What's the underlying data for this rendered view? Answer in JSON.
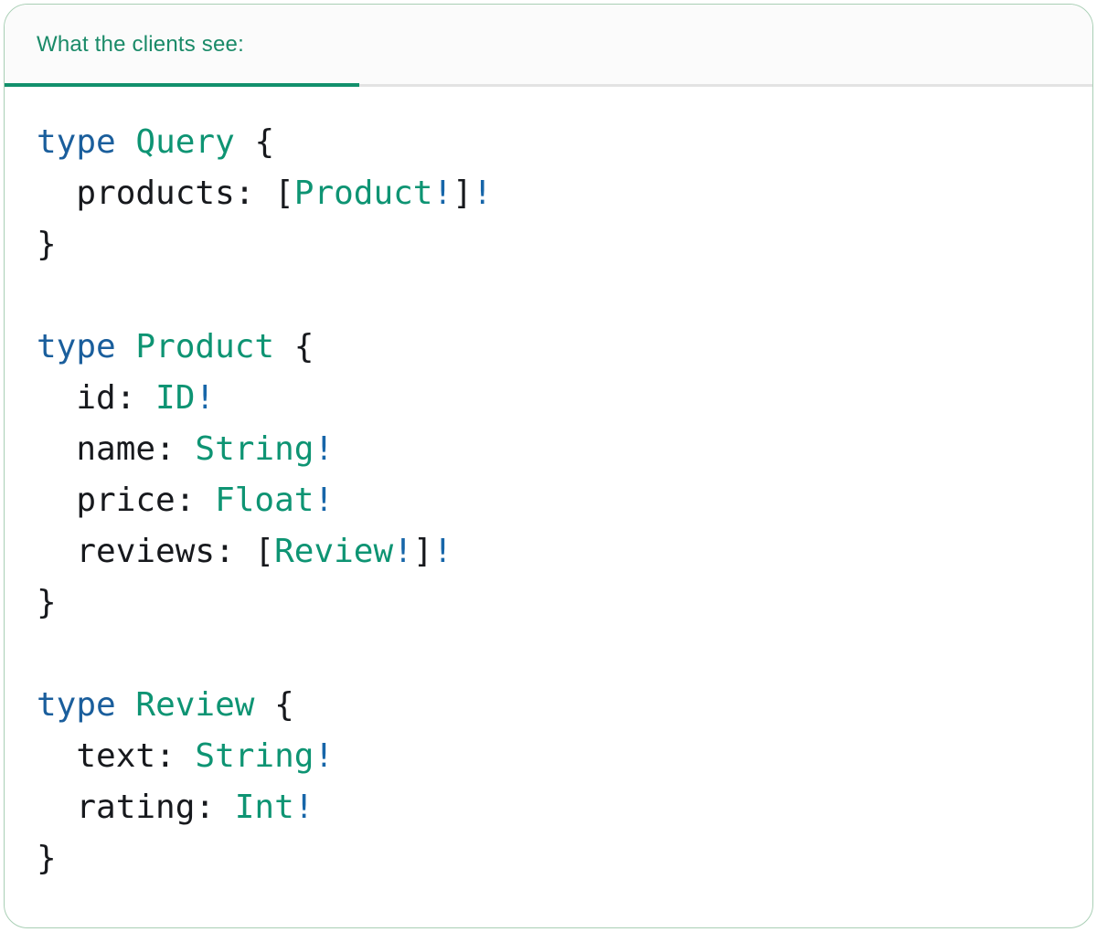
{
  "header": {
    "tab_label": "What the clients see:"
  },
  "colors": {
    "accent_teal": "#12906C",
    "header_teal": "#1A8A68",
    "keyword_blue": "#1A5E9C",
    "type_teal": "#0E9473",
    "bang_blue": "#1766A9",
    "text_dark": "#17191D",
    "divider_gray": "#E3E3E3",
    "header_bg": "#FBFBFB",
    "card_border": "#A9CFB5"
  },
  "code": {
    "language": "graphql",
    "lines": [
      {
        "tokens": [
          {
            "t": "type",
            "c": "kw"
          },
          {
            "t": " ",
            "c": "p"
          },
          {
            "t": "Query",
            "c": "ty"
          },
          {
            "t": " {",
            "c": "p"
          }
        ]
      },
      {
        "tokens": [
          {
            "t": "  products: [",
            "c": "p"
          },
          {
            "t": "Product",
            "c": "ty"
          },
          {
            "t": "!",
            "c": "bg"
          },
          {
            "t": "]",
            "c": "p"
          },
          {
            "t": "!",
            "c": "bg"
          }
        ]
      },
      {
        "tokens": [
          {
            "t": "}",
            "c": "p"
          }
        ]
      },
      {
        "tokens": []
      },
      {
        "tokens": [
          {
            "t": "type",
            "c": "kw"
          },
          {
            "t": " ",
            "c": "p"
          },
          {
            "t": "Product",
            "c": "ty"
          },
          {
            "t": " {",
            "c": "p"
          }
        ]
      },
      {
        "tokens": [
          {
            "t": "  id: ",
            "c": "p"
          },
          {
            "t": "ID",
            "c": "ty"
          },
          {
            "t": "!",
            "c": "bg"
          }
        ]
      },
      {
        "tokens": [
          {
            "t": "  name: ",
            "c": "p"
          },
          {
            "t": "String",
            "c": "ty"
          },
          {
            "t": "!",
            "c": "bg"
          }
        ]
      },
      {
        "tokens": [
          {
            "t": "  price: ",
            "c": "p"
          },
          {
            "t": "Float",
            "c": "ty"
          },
          {
            "t": "!",
            "c": "bg"
          }
        ]
      },
      {
        "tokens": [
          {
            "t": "  reviews: [",
            "c": "p"
          },
          {
            "t": "Review",
            "c": "ty"
          },
          {
            "t": "!",
            "c": "bg"
          },
          {
            "t": "]",
            "c": "p"
          },
          {
            "t": "!",
            "c": "bg"
          }
        ]
      },
      {
        "tokens": [
          {
            "t": "}",
            "c": "p"
          }
        ]
      },
      {
        "tokens": []
      },
      {
        "tokens": [
          {
            "t": "type",
            "c": "kw"
          },
          {
            "t": " ",
            "c": "p"
          },
          {
            "t": "Review",
            "c": "ty"
          },
          {
            "t": " {",
            "c": "p"
          }
        ]
      },
      {
        "tokens": [
          {
            "t": "  text: ",
            "c": "p"
          },
          {
            "t": "String",
            "c": "ty"
          },
          {
            "t": "!",
            "c": "bg"
          }
        ]
      },
      {
        "tokens": [
          {
            "t": "  rating: ",
            "c": "p"
          },
          {
            "t": "Int",
            "c": "ty"
          },
          {
            "t": "!",
            "c": "bg"
          }
        ]
      },
      {
        "tokens": [
          {
            "t": "}",
            "c": "p"
          }
        ]
      }
    ]
  }
}
